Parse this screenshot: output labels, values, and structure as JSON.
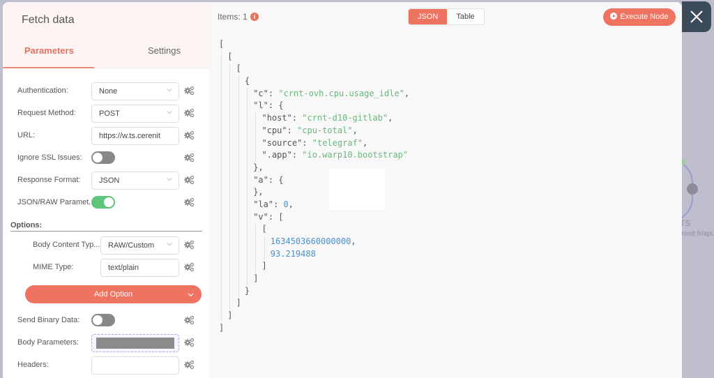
{
  "canvas": {
    "node_label": "TS",
    "node_url": "erenit.fr/api..."
  },
  "node": {
    "title": "Fetch data",
    "tabs": [
      {
        "label": "Parameters",
        "active": true
      },
      {
        "label": "Settings",
        "active": false
      }
    ]
  },
  "parameters": {
    "authentication": {
      "label": "Authentication:",
      "value": "None"
    },
    "request_method": {
      "label": "Request Method:",
      "value": "POST"
    },
    "url": {
      "label": "URL:",
      "value": "https://w.ts.cerenit"
    },
    "ignore_ssl": {
      "label": "Ignore SSL Issues:",
      "enabled": false
    },
    "response_format": {
      "label": "Response Format:",
      "value": "JSON"
    },
    "json_raw": {
      "label": "JSON/RAW Paramet...",
      "enabled": true
    },
    "options_label": "Options:",
    "body_content_type": {
      "label": "Body Content Typ...",
      "value": "RAW/Custom"
    },
    "mime_type": {
      "label": "MIME Type:",
      "value": "text/plain"
    },
    "add_option": "Add Option",
    "send_binary": {
      "label": "Send Binary Data:",
      "enabled": false
    },
    "body_parameters": {
      "label": "Body Parameters:",
      "value": ""
    },
    "headers": {
      "label": "Headers:",
      "value": ""
    }
  },
  "output": {
    "items_label": "Items: 1",
    "info_icon": "i",
    "view_options": [
      {
        "label": "JSON",
        "active": true
      },
      {
        "label": "Table",
        "active": false
      }
    ],
    "execute_label": "Execute Node",
    "json_lines": [
      {
        "indent": 0,
        "text": "["
      },
      {
        "indent": 1,
        "text": "["
      },
      {
        "indent": 2,
        "text": "["
      },
      {
        "indent": 3,
        "text": "{"
      },
      {
        "indent": 4,
        "key": "\"c\": ",
        "str": "\"crnt-ovh.cpu.usage_idle\"",
        "tail": ","
      },
      {
        "indent": 4,
        "key": "\"l\": {"
      },
      {
        "indent": 5,
        "key": "\"host\": ",
        "str": "\"crnt-d10-gitlab\"",
        "tail": ","
      },
      {
        "indent": 5,
        "key": "\"cpu\": ",
        "str": "\"cpu-total\"",
        "tail": ","
      },
      {
        "indent": 5,
        "key": "\"source\": ",
        "str": "\"telegraf\"",
        "tail": ","
      },
      {
        "indent": 5,
        "key": "\".app\": ",
        "str": "\"io.warp10.bootstrap\""
      },
      {
        "indent": 4,
        "text": "},"
      },
      {
        "indent": 4,
        "key": "\"a\": {"
      },
      {
        "indent": 4,
        "text": "},"
      },
      {
        "indent": 4,
        "key": "\"la\": ",
        "num": "0",
        "tail": ","
      },
      {
        "indent": 4,
        "key": "\"v\": ["
      },
      {
        "indent": 5,
        "text": "["
      },
      {
        "indent": 6,
        "num": "1634503660000000",
        "tail": ","
      },
      {
        "indent": 6,
        "num": "93.219488"
      },
      {
        "indent": 5,
        "text": "]"
      },
      {
        "indent": 4,
        "text": "]"
      },
      {
        "indent": 3,
        "text": "}"
      },
      {
        "indent": 2,
        "text": "]"
      },
      {
        "indent": 1,
        "text": "]"
      },
      {
        "indent": 0,
        "text": "]"
      }
    ]
  },
  "close_icon": "×",
  "colors": {
    "accent": "#ee7361",
    "toggle_on": "#5fc57a",
    "json_string": "#6ab77e",
    "json_number": "#4a8fd0",
    "close_bg": "#3c4b59"
  }
}
